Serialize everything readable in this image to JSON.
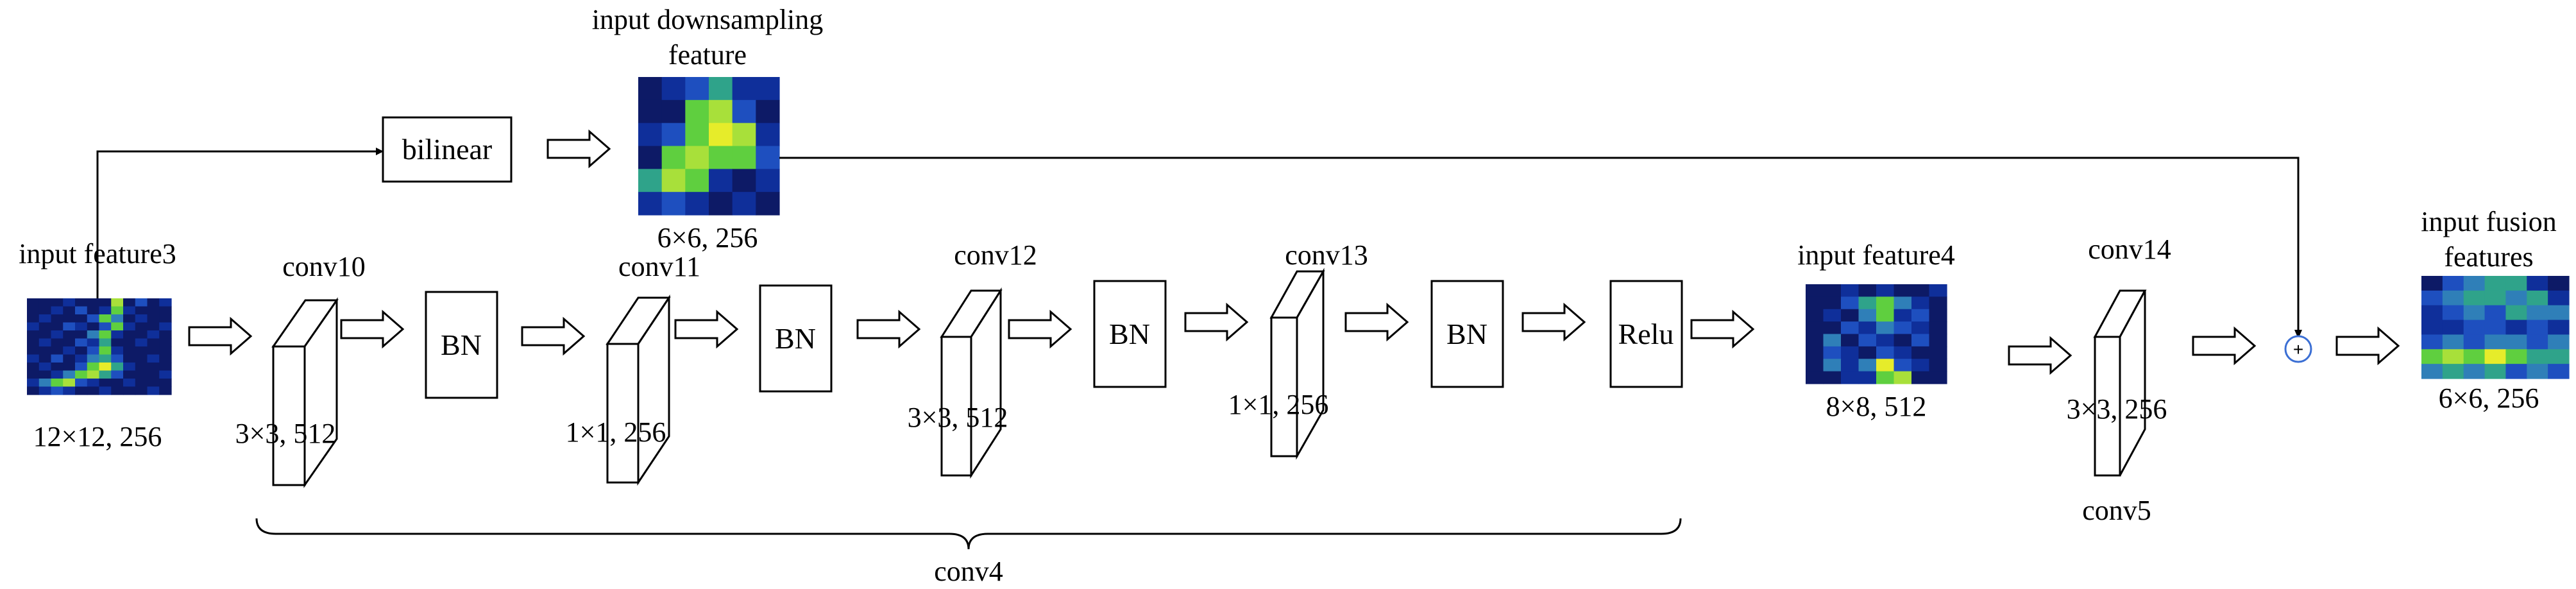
{
  "labels": {
    "input_feature3": "input feature3",
    "input_feature3_dims": "12×12, 256",
    "conv10": "conv10",
    "conv10_dims": "3×3, 512",
    "conv11": "conv11",
    "conv11_dims": "1×1, 256",
    "conv12": "conv12",
    "conv12_dims": "3×3, 512",
    "conv13": "conv13",
    "conv13_dims": "1×1, 256",
    "conv14": "conv14",
    "conv14_dims": "3×3, 256",
    "conv4": "conv4",
    "conv5": "conv5",
    "bilinear": "bilinear",
    "downsampling_title_1": "input downsampling",
    "downsampling_title_2": "feature",
    "downsampling_dims": "6×6, 256",
    "input_feature4": "input feature4",
    "input_feature4_dims": "8×8, 512",
    "fusion_title_1": "input fusion",
    "fusion_title_2": "features",
    "fusion_dims": "6×6, 256",
    "bn": "BN",
    "relu": "Relu",
    "plus_symbol": "+"
  },
  "colors": {
    "line": "#000000",
    "adder_circle": "#3b6fd4",
    "heatmap_palette": [
      "#2a0a4a",
      "#0d1a66",
      "#0f2f9a",
      "#1e4fbf",
      "#2f7fb8",
      "#2fa38a",
      "#5fcf3f",
      "#a8e03a",
      "#e6ec2a"
    ]
  },
  "heatmaps": {
    "input_feature3": [
      [
        1,
        1,
        1,
        2,
        1,
        1,
        1,
        7,
        1,
        3,
        1,
        2
      ],
      [
        1,
        1,
        2,
        1,
        3,
        1,
        2,
        6,
        2,
        1,
        1,
        1
      ],
      [
        1,
        2,
        1,
        1,
        1,
        3,
        6,
        4,
        1,
        2,
        1,
        1
      ],
      [
        2,
        1,
        1,
        3,
        2,
        1,
        3,
        6,
        2,
        1,
        1,
        2
      ],
      [
        1,
        1,
        2,
        1,
        1,
        4,
        6,
        2,
        1,
        1,
        2,
        1
      ],
      [
        1,
        2,
        1,
        1,
        3,
        2,
        5,
        1,
        1,
        2,
        1,
        1
      ],
      [
        1,
        1,
        1,
        2,
        1,
        3,
        6,
        2,
        1,
        1,
        1,
        1
      ],
      [
        2,
        1,
        3,
        1,
        2,
        4,
        5,
        3,
        1,
        1,
        2,
        1
      ],
      [
        1,
        2,
        1,
        1,
        3,
        6,
        8,
        5,
        2,
        1,
        1,
        1
      ],
      [
        1,
        1,
        2,
        4,
        6,
        7,
        5,
        3,
        1,
        1,
        1,
        2
      ],
      [
        2,
        4,
        6,
        7,
        3,
        2,
        1,
        1,
        2,
        1,
        1,
        1
      ],
      [
        1,
        2,
        3,
        2,
        1,
        1,
        2,
        1,
        1,
        1,
        2,
        1
      ]
    ],
    "downsampling": [
      [
        1,
        2,
        3,
        5,
        2,
        2
      ],
      [
        1,
        1,
        6,
        7,
        3,
        1
      ],
      [
        2,
        3,
        6,
        8,
        7,
        2
      ],
      [
        1,
        6,
        7,
        6,
        6,
        3
      ],
      [
        5,
        7,
        6,
        2,
        1,
        2
      ],
      [
        2,
        3,
        2,
        1,
        2,
        1
      ]
    ],
    "input_feature4": [
      [
        1,
        1,
        2,
        1,
        2,
        1,
        1,
        2
      ],
      [
        1,
        1,
        3,
        5,
        6,
        4,
        2,
        1
      ],
      [
        1,
        2,
        1,
        4,
        6,
        2,
        3,
        1
      ],
      [
        1,
        1,
        3,
        2,
        4,
        3,
        2,
        1
      ],
      [
        1,
        4,
        1,
        3,
        2,
        1,
        3,
        1
      ],
      [
        1,
        3,
        2,
        1,
        3,
        2,
        1,
        1
      ],
      [
        1,
        4,
        2,
        4,
        8,
        3,
        2,
        1
      ],
      [
        1,
        1,
        2,
        2,
        6,
        7,
        1,
        1
      ]
    ],
    "fusion": [
      [
        1,
        3,
        4,
        5,
        5,
        2,
        1
      ],
      [
        3,
        4,
        5,
        5,
        4,
        5,
        2
      ],
      [
        2,
        3,
        4,
        3,
        5,
        4,
        4
      ],
      [
        2,
        2,
        3,
        3,
        2,
        3,
        2
      ],
      [
        3,
        4,
        3,
        4,
        4,
        3,
        4
      ],
      [
        6,
        7,
        6,
        8,
        6,
        5,
        5
      ],
      [
        4,
        5,
        4,
        5,
        3,
        4,
        3
      ]
    ]
  }
}
